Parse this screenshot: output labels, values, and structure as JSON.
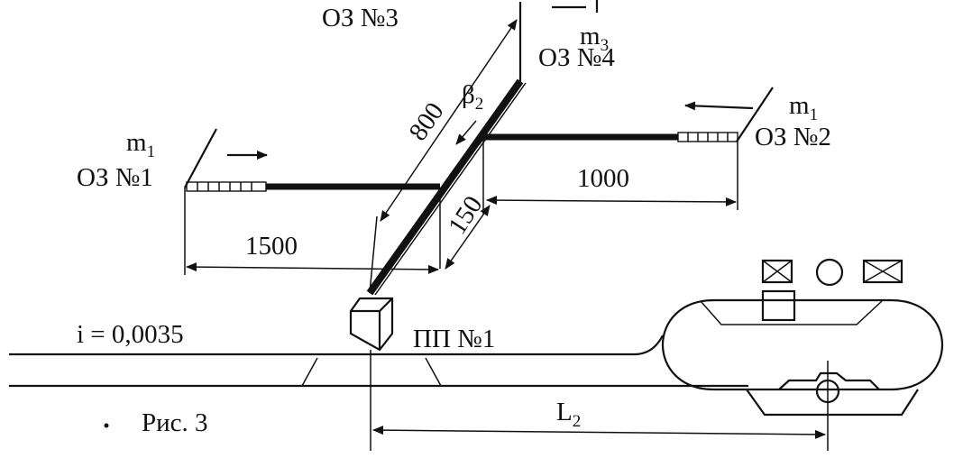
{
  "labels": {
    "oz3": "ОЗ №3",
    "oz4": "ОЗ №4",
    "oz1": "ОЗ №1",
    "oz2": "ОЗ №2",
    "m1_left": "m",
    "m1_left_sub": "1",
    "m1_right": "m",
    "m1_right_sub": "1",
    "m3": "m",
    "m3_sub": "3",
    "beta": "β",
    "beta_sub": "2",
    "pp1": "ПП №1",
    "slope": "i = 0,0035",
    "figure": "Рис. 3",
    "l2": "L",
    "l2_sub": "2"
  },
  "dimensions": {
    "d800": "800",
    "d1000": "1000",
    "d1500": "1500",
    "d150": "150"
  },
  "tank_indicators": [
    {
      "symbol": "envelope-box-icon"
    },
    {
      "symbol": "circle-icon"
    },
    {
      "symbol": "envelope-box-icon"
    }
  ]
}
